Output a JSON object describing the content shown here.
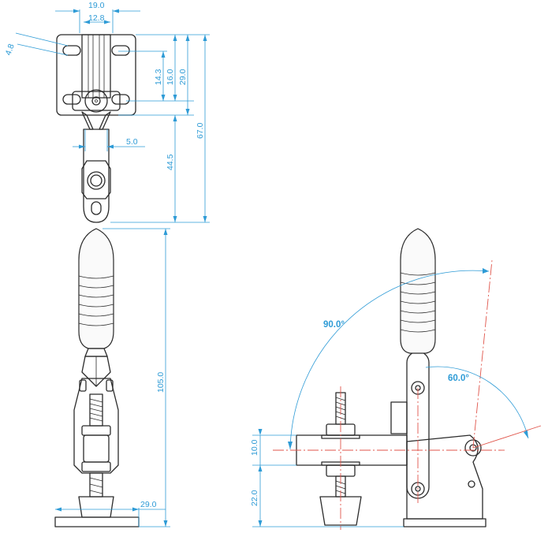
{
  "drawing": {
    "colors": {
      "dimension": "#2e9bd6",
      "centerline": "#e0554b",
      "outline": "#2b2b2b"
    },
    "dimensions": {
      "width_19": "19.0",
      "width_12_8": "12.8",
      "slot_4_8": "4.8",
      "h_14_3": "14.3",
      "h_16_0": "16.0",
      "h_29_0_top": "29.0",
      "h_67_0": "67.0",
      "w_5_0": "5.0",
      "h_44_5": "44.5",
      "h_105_0": "105.0",
      "w_29_0_bottom": "29.0",
      "h_10_0": "10.0",
      "h_22_0": "22.0",
      "angle_90": "90.0°",
      "angle_60": "60.0°"
    }
  }
}
